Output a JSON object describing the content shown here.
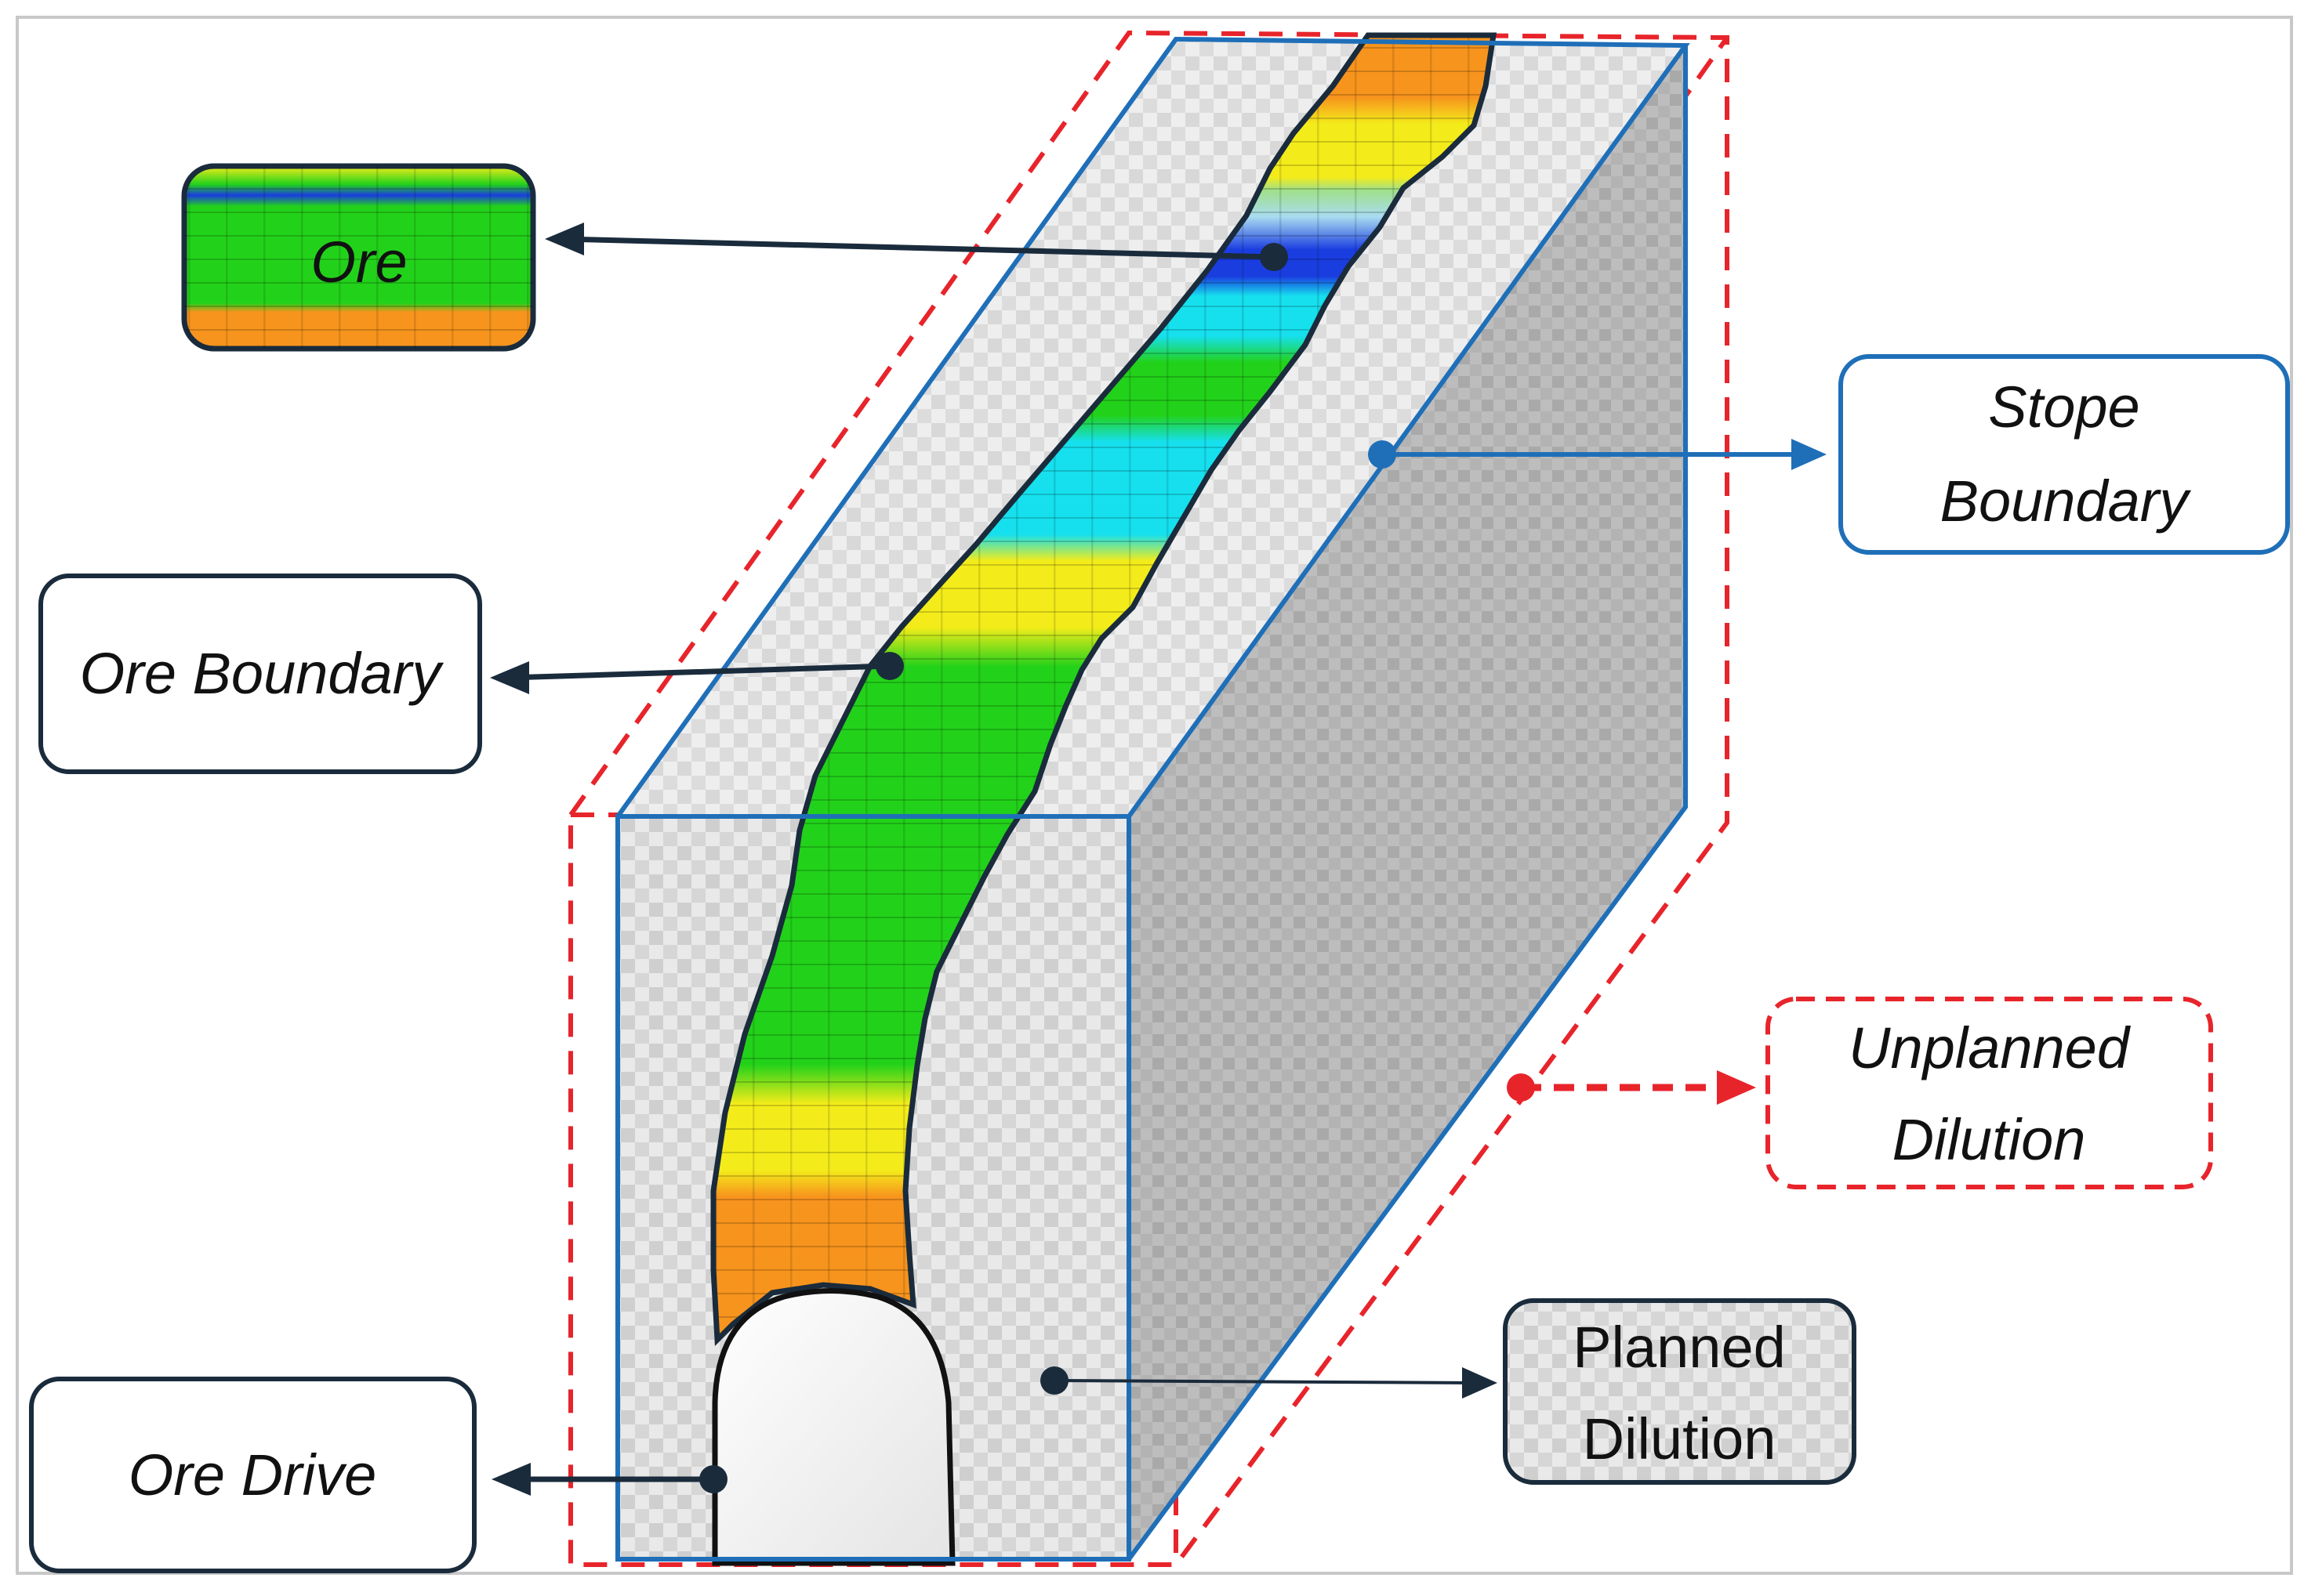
{
  "labels": {
    "ore": "Ore",
    "ore_boundary": "Ore Boundary",
    "ore_drive": "Ore Drive",
    "stope_boundary_line1": "Stope",
    "stope_boundary_line2": "Boundary",
    "unplanned_dilution_line1": "Unplanned",
    "unplanned_dilution_line2": "Dilution",
    "planned_dilution_line1": "Planned",
    "planned_dilution_line2": "Dilution"
  },
  "colors": {
    "stope_boundary": "#1f6fb8",
    "unplanned_dilution": "#e8242b",
    "label_border_dark": "#1a2b3c",
    "ore_orange": "#f7941d",
    "ore_yellow": "#f4ec1a",
    "ore_green": "#22d21a",
    "ore_cyan": "#16e0ee",
    "ore_blue": "#1a3de0",
    "rock_grey": "#d9d9d9"
  }
}
